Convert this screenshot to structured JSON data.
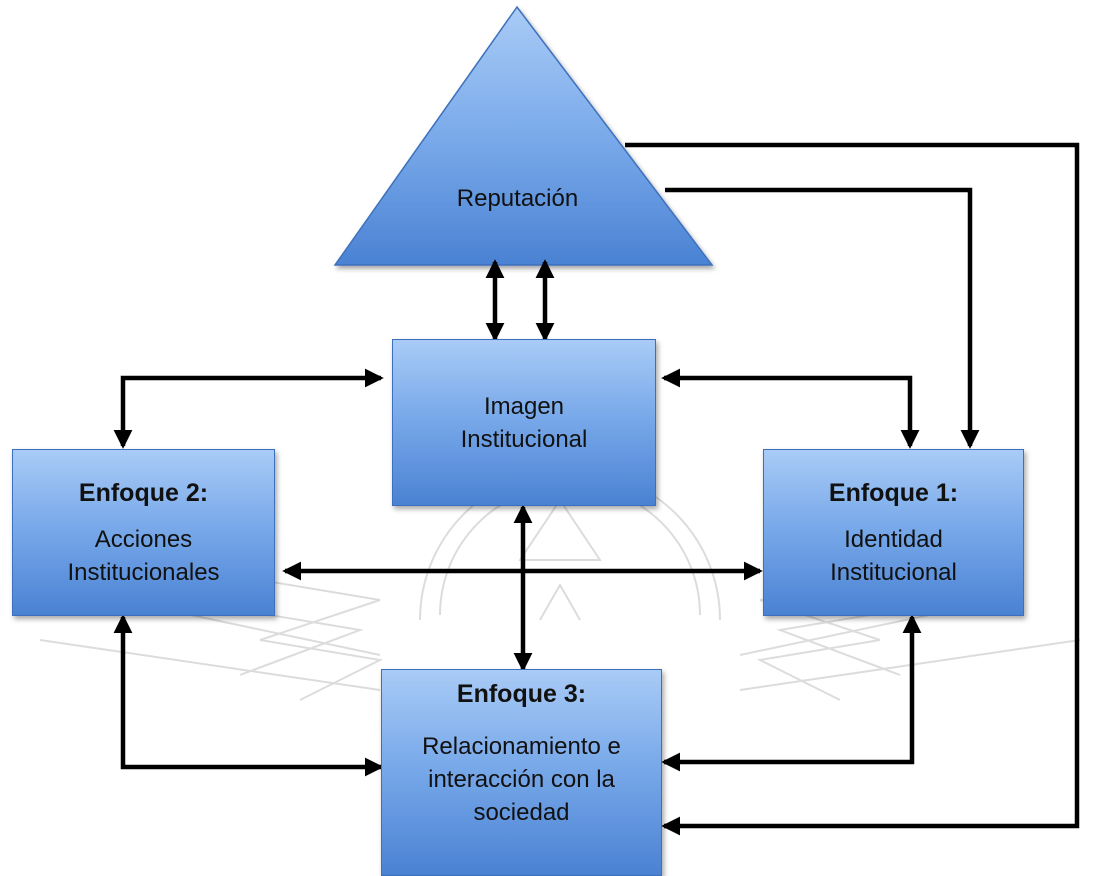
{
  "diagram": {
    "reputation": {
      "label": "Reputación"
    },
    "image": {
      "body": "Imagen Institucional"
    },
    "approach1": {
      "title": "Enfoque 1:",
      "body": "Identidad Institucional"
    },
    "approach2": {
      "title": "Enfoque 2:",
      "body": "Acciones Institucionales"
    },
    "approach3": {
      "title": "Enfoque 3:",
      "body": "Relacionamiento e interacción con la sociedad"
    }
  },
  "colors": {
    "box_top": "#a9cbf6",
    "box_bottom": "#4a82d3",
    "border": "#3c70bd",
    "arrow": "#000000"
  }
}
